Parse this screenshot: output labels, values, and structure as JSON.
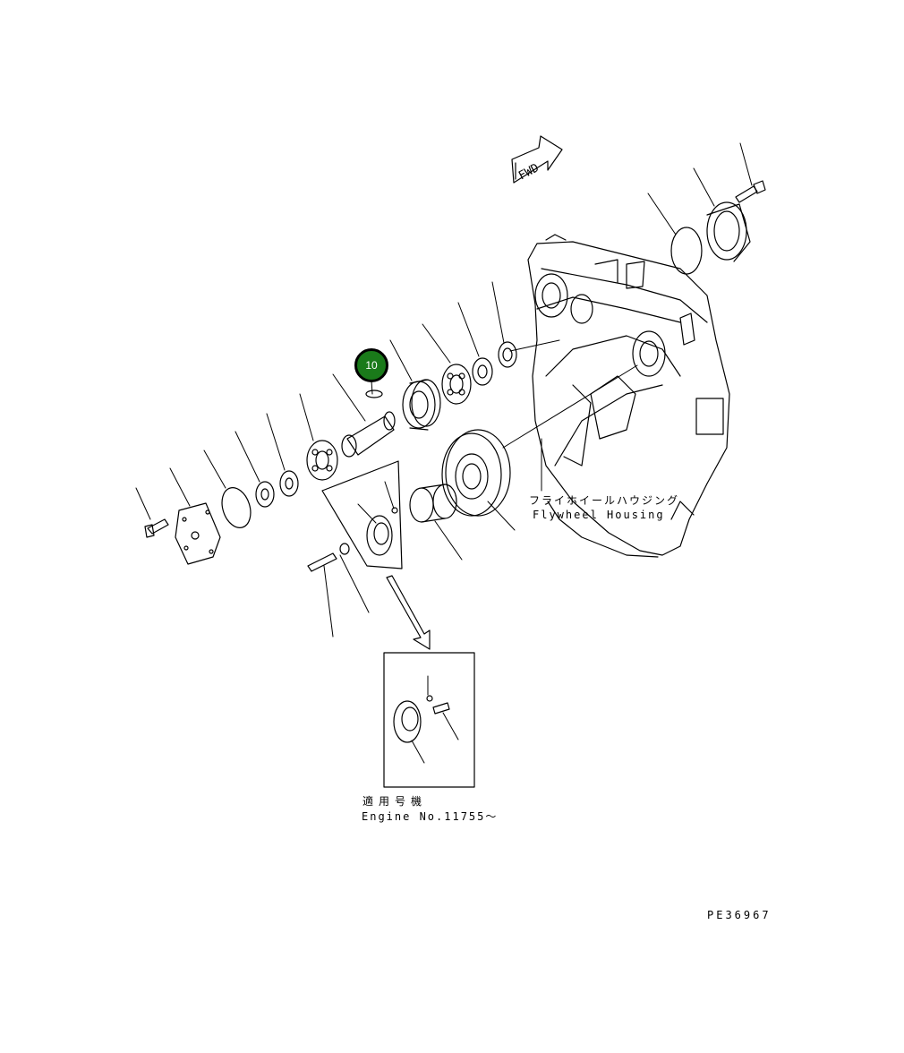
{
  "callouts": [
    {
      "label": "10",
      "color": "#1a7a1a"
    }
  ],
  "fwd_label": "FWD",
  "flywheel_label_jp": "フライホイールハウジング",
  "flywheel_label_en": "Flywheel Housing",
  "applicable_label_jp": "適用号機",
  "applicable_label_en": "Engine No.11755～",
  "drawing_id": "PE36967"
}
